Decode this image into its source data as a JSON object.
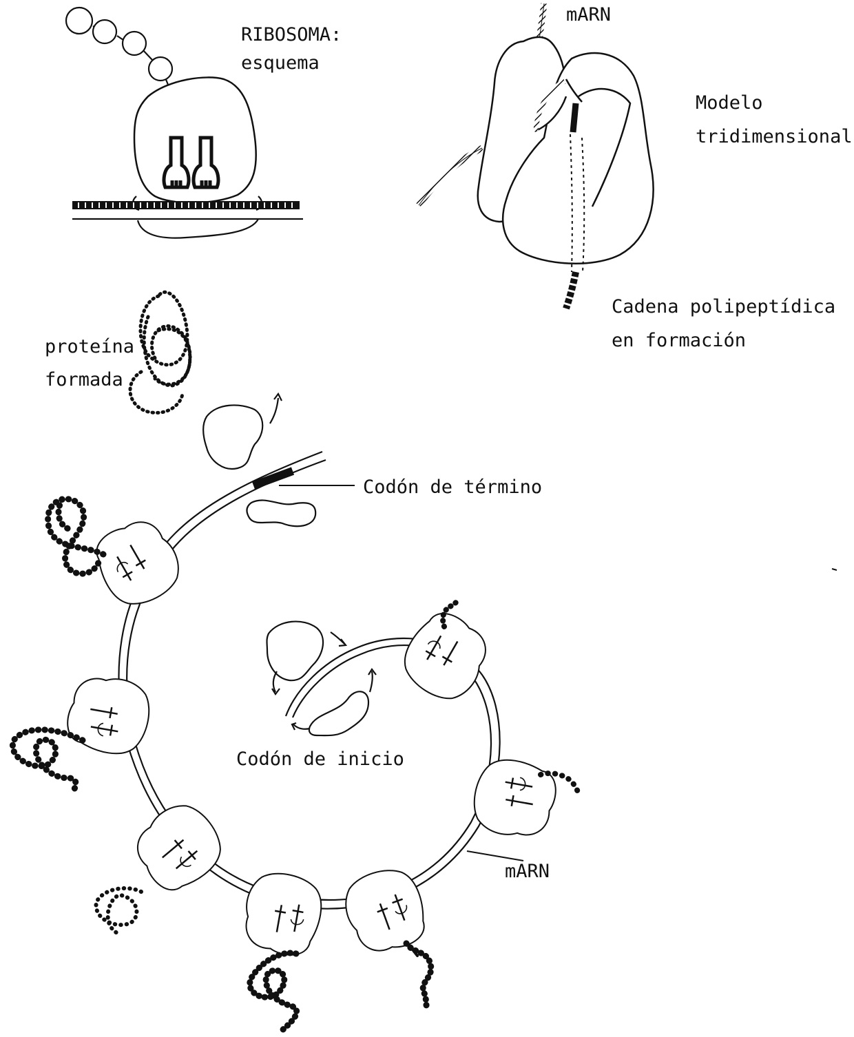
{
  "labels": {
    "ribosoma_title": "RIBOSOMA:",
    "ribosoma_sub": "esquema",
    "marn_top": "mARN",
    "modelo_line1": "Modelo",
    "modelo_line2": "tridimensional",
    "cadena_line1": "Cadena polipeptídica",
    "cadena_line2": "en formación",
    "proteina_line1": "proteína",
    "proteina_line2": "formada",
    "codon_termino": "Codón de término",
    "codon_inicio": "Codón de inicio",
    "marn_bottom": "mARN"
  },
  "colors": {
    "ink": "#111111",
    "background": "#ffffff"
  }
}
